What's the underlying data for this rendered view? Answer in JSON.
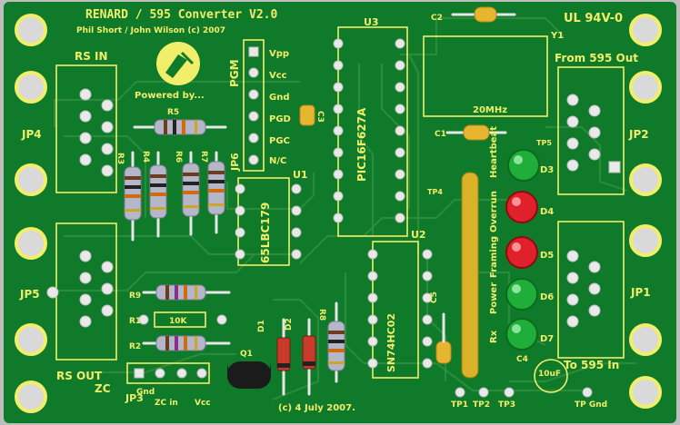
{
  "board": {
    "title": "RENARD / 595 Converter   V2.0",
    "authors": "Phil Short / John Wilson (c) 2007",
    "rating": "UL 94V-0",
    "copyright": "(c) 4 July 2007.",
    "powered_by": "Powered by...",
    "colors": {
      "pcb": "#0f7a2a",
      "silkscreen": "#f1ee6a",
      "pad": "#e9e9e9"
    }
  },
  "connectors": {
    "rs_in": "RS IN",
    "rs_out": "RS OUT",
    "from_595_out": "From 595 Out",
    "to_595_in": "To 595 In",
    "jp1": "JP1",
    "jp2": "JP2",
    "jp3": "JP3",
    "jp4": "JP4",
    "jp5": "JP5",
    "jp6": "JP6"
  },
  "pgm_header": {
    "label": "PGM",
    "pins": [
      "Vpp",
      "Vcc",
      "Gnd",
      "PGD",
      "PGC",
      "N/C"
    ]
  },
  "zc_header": {
    "label": "ZC",
    "pins": [
      "Gnd",
      "ZC in",
      "Vcc"
    ]
  },
  "chips": {
    "u1": "U1",
    "u1_part": "65LBC179",
    "u2": "U2",
    "u2_part": "SN74HC02",
    "u3": "U3",
    "u3_part": "PIC16F627A"
  },
  "crystal": {
    "ref": "Y1",
    "freq": "20MHz"
  },
  "resistors": {
    "r1": "R1",
    "r2": "R2",
    "r3": "R3",
    "r4": "R4",
    "r5": "R5",
    "r6": "R6",
    "r7": "R7",
    "r8": "R8",
    "r9": "R9",
    "r1_value": "10K"
  },
  "capacitors": {
    "c1": "C1",
    "c2": "C2",
    "c3": "C3",
    "c5": "C5",
    "c4": "C4",
    "c4_value": "10uF"
  },
  "diodes": {
    "d1": "D1",
    "d2": "D2",
    "d3": "D3",
    "d4": "D4",
    "d5": "D5",
    "d6": "D6",
    "d7": "D7"
  },
  "transistor": {
    "q1": "Q1"
  },
  "led_labels": [
    "Heartbeat",
    "Overrun",
    "Framing",
    "Power",
    "Rx"
  ],
  "test_points": {
    "tp1": "TP1",
    "tp2": "TP2",
    "tp3": "TP3",
    "tp4": "TP4",
    "tp5": "TP5",
    "tp_gnd": "TP Gnd"
  }
}
